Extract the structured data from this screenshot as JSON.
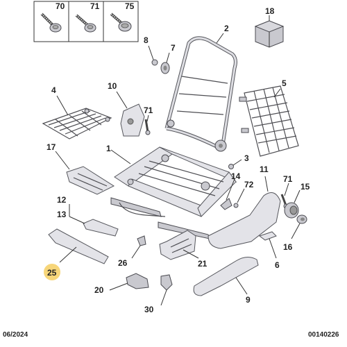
{
  "header_boxes": [
    {
      "num": "70",
      "icon": "screw-icon"
    },
    {
      "num": "71",
      "icon": "screw-icon"
    },
    {
      "num": "75",
      "icon": "screw-icon"
    }
  ],
  "labels": {
    "l1": "1",
    "l2": "2",
    "l3": "3",
    "l5": "5",
    "l6": "6",
    "l7": "7",
    "l8": "8",
    "l9": "9",
    "l10": "10",
    "l11": "11",
    "l12": "12",
    "l13": "13",
    "l14": "14",
    "l15": "15",
    "l16": "16",
    "l17": "17",
    "l18": "18",
    "l20": "20",
    "l21": "21",
    "l25": "25",
    "l26": "26",
    "l30": "30",
    "l71a": "71",
    "l71b": "71",
    "l72": "72"
  },
  "footer": {
    "date": "06/2024",
    "ref": "00140226"
  },
  "colors": {
    "highlight": "#f7d67a",
    "part_fill": "#e3e3e8",
    "line": "#333333"
  }
}
